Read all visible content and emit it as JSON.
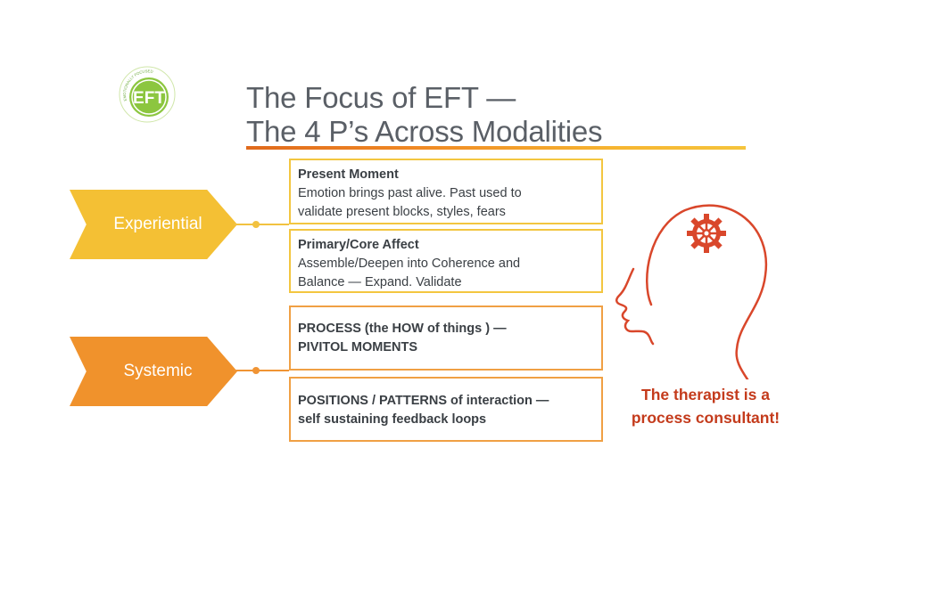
{
  "logo": {
    "text": "EFT",
    "ring_text": "EMOTIONALLY FOCUSED THERAPY",
    "color": "#8cc63f"
  },
  "title": {
    "line1": "The Focus of EFT —",
    "line2": "The 4 P’s Across Modalities"
  },
  "chevrons": [
    {
      "label": "Experiential",
      "color": "#f4c034"
    },
    {
      "label": "Systemic",
      "color": "#f0922c"
    }
  ],
  "boxes": [
    {
      "heading": "Present Moment",
      "text": "Emotion brings past alive. Past used to\nvalidate present blocks, styles, fears"
    },
    {
      "heading": "Primary/Core Affect",
      "text": "Assemble/Deepen into Coherence and\nBalance — Expand. Validate"
    },
    {
      "text": "PROCESS (the HOW of things ) —\nPIVITOL MOMENTS"
    },
    {
      "text": "POSITIONS / PATTERNS of interaction —\nself sustaining feedback loops"
    }
  ],
  "head": {
    "icon": "head-with-gear-icon",
    "color": "#d9472b"
  },
  "consultant": {
    "line1": "The therapist is a",
    "line2": "process consultant!"
  }
}
